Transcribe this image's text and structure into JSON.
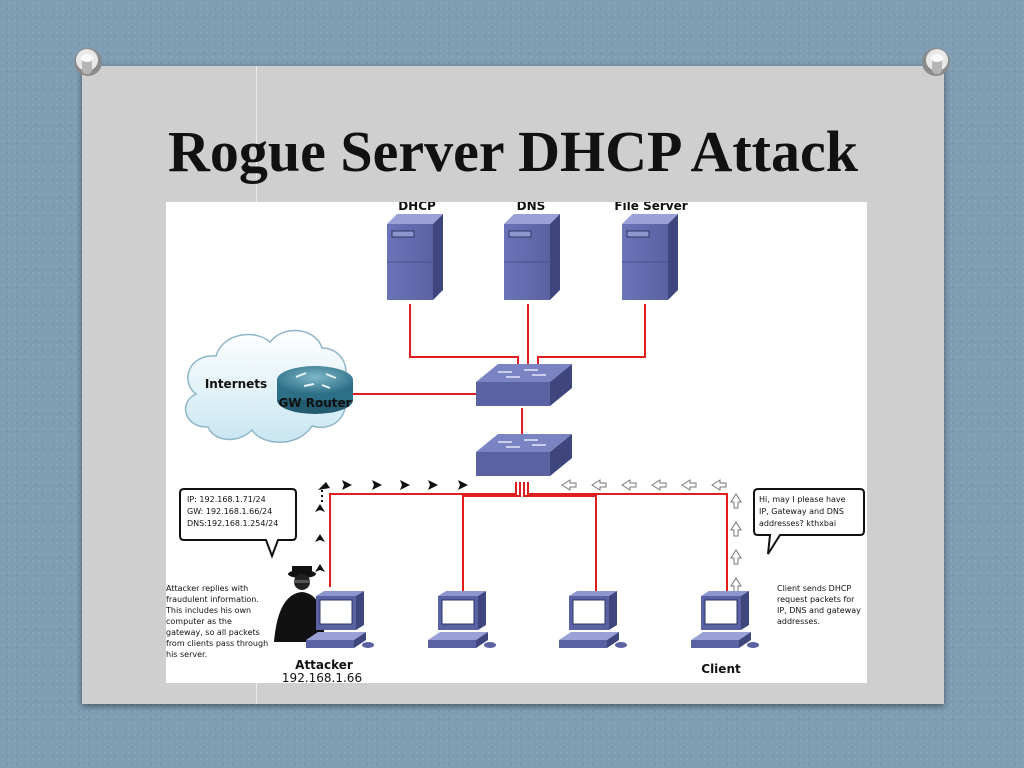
{
  "slide": {
    "title": "Rogue Server DHCP Attack"
  },
  "diagram": {
    "servers": [
      {
        "label": "DHCP"
      },
      {
        "label": "DNS"
      },
      {
        "label": "File Server"
      }
    ],
    "cloud_label": "Internets",
    "router_label": "GW Router",
    "attacker_bubble": [
      "IP: 192.168.1.71/24",
      "GW: 192.168.1.66/24",
      "DNS:192.168.1.254/24"
    ],
    "client_bubble": [
      "Hi, may I please have",
      "IP, Gateway and DNS",
      "addresses? kthxbai"
    ],
    "attacker_note": [
      "Attacker replies with",
      "fraudulent information.",
      "This includes his own",
      "computer as the",
      "gateway, so all packets",
      "from clients pass through",
      "his server."
    ],
    "client_note": [
      "Client sends DHCP",
      "request packets for",
      "IP, DNS and gateway",
      "addresses."
    ],
    "attacker_label": "Attacker",
    "attacker_ip": "192.168.1.66",
    "client_label": "Client"
  }
}
